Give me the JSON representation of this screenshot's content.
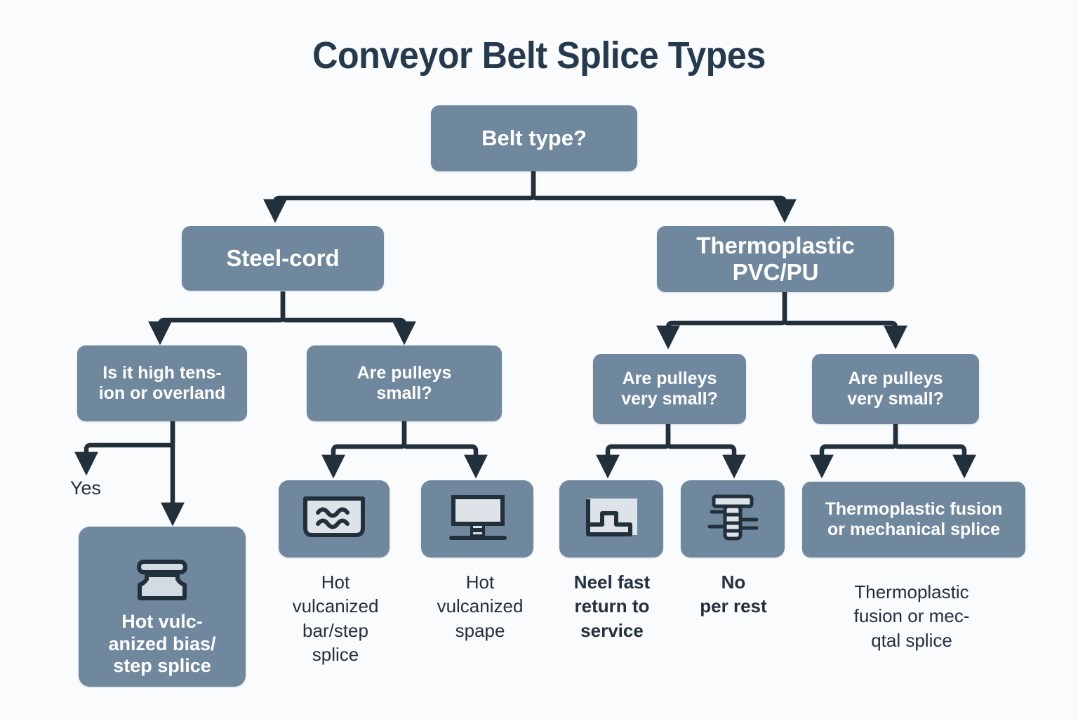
{
  "page": {
    "title": "Conveyor Belt Splice Types",
    "background_color": "#fafbfc",
    "node_fill": "#6f889e",
    "node_text_color": "#ffffff",
    "edge_color": "#22303c",
    "caption_color": "#24303d",
    "title_color": "#263a4e"
  },
  "diagram": {
    "type": "decision-tree",
    "root": {
      "label": "Belt type?"
    },
    "level2": [
      {
        "label": "Steel-cord"
      },
      {
        "label": "Thermoplastic\nPVC/PU"
      }
    ],
    "level3": [
      {
        "label": "Is it high tens-\nion or overland"
      },
      {
        "label": "Are pulleys\nsmall?"
      },
      {
        "label": "Are pulleys\nvery small?"
      },
      {
        "label": "Are pulleys\nvery small?"
      }
    ],
    "edge_labels": [
      {
        "label": "Yes"
      }
    ],
    "leaves": [
      {
        "icon": "vulcanizing-press-icon",
        "label": "Hot vulc-\nanized bias/\nstep splice",
        "caption": ""
      },
      {
        "icon": "wavy-lines-tray-icon",
        "label": "",
        "caption": "Hot\nvulcanized\nbar/step\nsplice"
      },
      {
        "icon": "monitor-screen-icon",
        "label": "",
        "caption": "Hot\nvulcanized\nspape"
      },
      {
        "icon": "step-profile-icon",
        "label": "",
        "caption": "Neel fast\nreturn to\nservice"
      },
      {
        "icon": "bolt-fastener-icon",
        "label": "",
        "caption": "No\nper rest"
      },
      {
        "icon": "",
        "label": "Thermoplastic fusion\nor mechanical splice",
        "caption": "Thermoplastic\nfusion or mec-\nqtal splice"
      }
    ]
  }
}
